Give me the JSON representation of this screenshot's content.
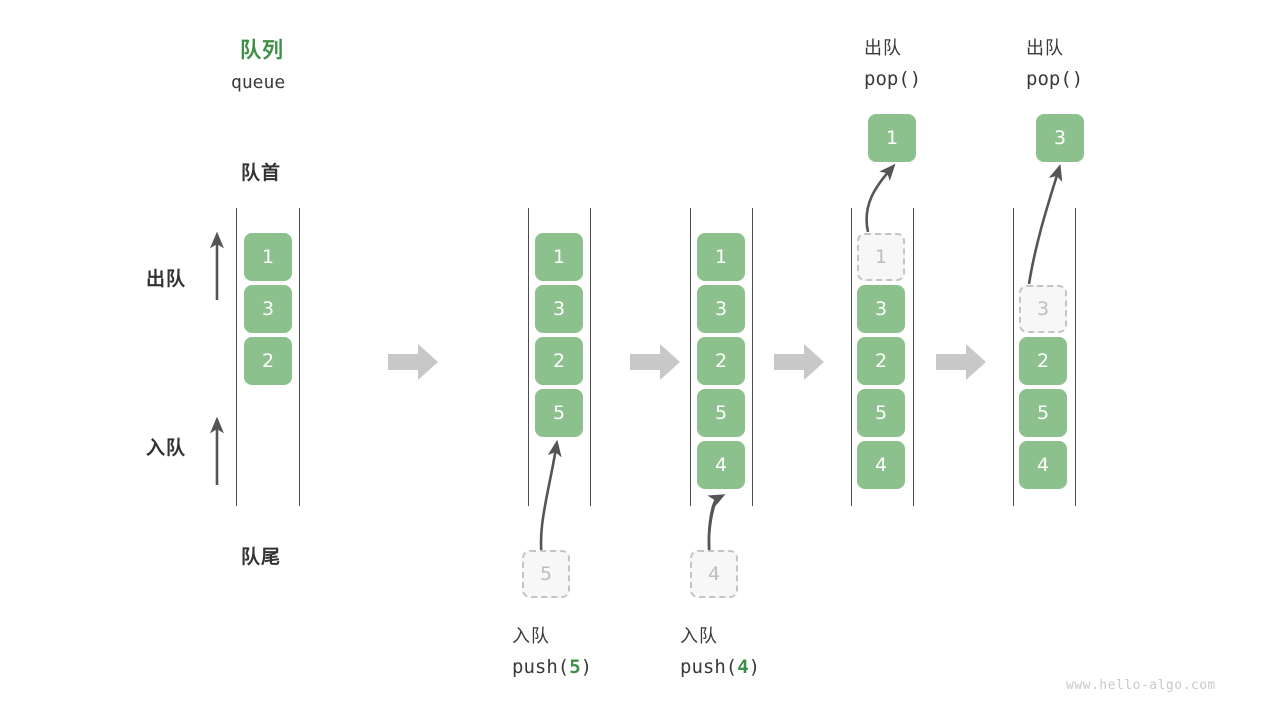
{
  "diagram": {
    "title_cn": "队列",
    "title_en": "queue",
    "front_label": "队首",
    "rear_label": "队尾",
    "dequeue_arrow_label": "出队",
    "enqueue_arrow_label": "入队",
    "watermark": "www.hello-algo.com",
    "accent_green": "#3f8f48",
    "cell_green": "#8cc08c",
    "ghost_gray": "#bdbdbd",
    "rail_color": "#4d4d4d",
    "step_arrow_color": "#c8c8c8"
  },
  "columns": [
    {
      "id": "initial",
      "cells": [
        {
          "value": "1",
          "state": "filled"
        },
        {
          "value": "3",
          "state": "filled"
        },
        {
          "value": "2",
          "state": "filled"
        }
      ],
      "op_cn": "",
      "op_code": "",
      "op_arg": "",
      "floating": null,
      "result": null
    },
    {
      "id": "push-5",
      "cells": [
        {
          "value": "1",
          "state": "filled"
        },
        {
          "value": "3",
          "state": "filled"
        },
        {
          "value": "2",
          "state": "filled"
        },
        {
          "value": "5",
          "state": "filled"
        }
      ],
      "op_cn": "入队",
      "op_code_prefix": "push(",
      "op_arg": "5",
      "op_code_suffix": ")",
      "floating": {
        "value": "5",
        "state": "ghost"
      },
      "result": null
    },
    {
      "id": "push-4",
      "cells": [
        {
          "value": "1",
          "state": "filled"
        },
        {
          "value": "3",
          "state": "filled"
        },
        {
          "value": "2",
          "state": "filled"
        },
        {
          "value": "5",
          "state": "filled"
        },
        {
          "value": "4",
          "state": "filled"
        }
      ],
      "op_cn": "入队",
      "op_code_prefix": "push(",
      "op_arg": "4",
      "op_code_suffix": ")",
      "floating": {
        "value": "4",
        "state": "ghost"
      },
      "result": null
    },
    {
      "id": "pop-1",
      "cells": [
        {
          "value": "1",
          "state": "ghost"
        },
        {
          "value": "3",
          "state": "filled"
        },
        {
          "value": "2",
          "state": "filled"
        },
        {
          "value": "5",
          "state": "filled"
        },
        {
          "value": "4",
          "state": "filled"
        }
      ],
      "header_cn": "出队",
      "header_code": "pop()",
      "result": {
        "value": "1",
        "state": "filled"
      }
    },
    {
      "id": "pop-3",
      "cells": [
        {
          "value": "3",
          "state": "ghost"
        },
        {
          "value": "2",
          "state": "filled"
        },
        {
          "value": "5",
          "state": "filled"
        },
        {
          "value": "4",
          "state": "filled"
        }
      ],
      "header_cn": "出队",
      "header_code": "pop()",
      "result": {
        "value": "3",
        "state": "filled"
      }
    }
  ]
}
